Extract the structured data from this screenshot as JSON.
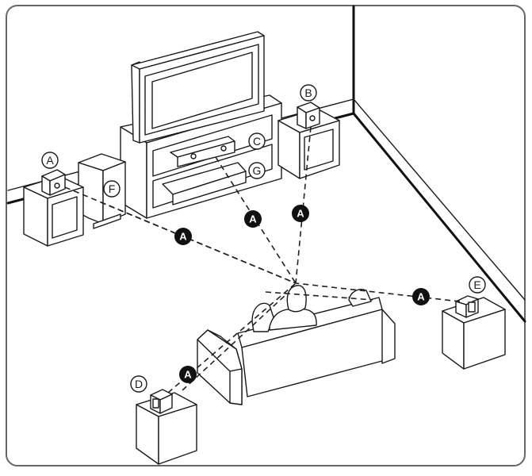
{
  "diagram": {
    "title": "Speaker positioning",
    "colors": {
      "line": "#1a1a1a",
      "badge": "#111111",
      "frame": "#666666",
      "background": "#ffffff"
    },
    "speakers": [
      {
        "id": "A",
        "label": "A",
        "role": "front-left-speaker"
      },
      {
        "id": "B",
        "label": "B",
        "role": "front-right-speaker"
      },
      {
        "id": "C",
        "label": "C",
        "role": "center-speaker"
      },
      {
        "id": "D",
        "label": "D",
        "role": "rear-left-speaker"
      },
      {
        "id": "E",
        "label": "E",
        "role": "rear-right-speaker"
      },
      {
        "id": "F",
        "label": "F",
        "role": "subwoofer"
      },
      {
        "id": "G",
        "label": "G",
        "role": "main-unit"
      }
    ],
    "distance_badges": [
      {
        "label": "A",
        "between": "front-left-speaker-to-listener"
      },
      {
        "label": "A",
        "between": "center-speaker-to-listener"
      },
      {
        "label": "A",
        "between": "front-right-speaker-to-listener"
      },
      {
        "label": "A",
        "between": "rear-right-speaker-to-listener"
      },
      {
        "label": "A",
        "between": "rear-left-speaker-to-listener"
      }
    ]
  }
}
